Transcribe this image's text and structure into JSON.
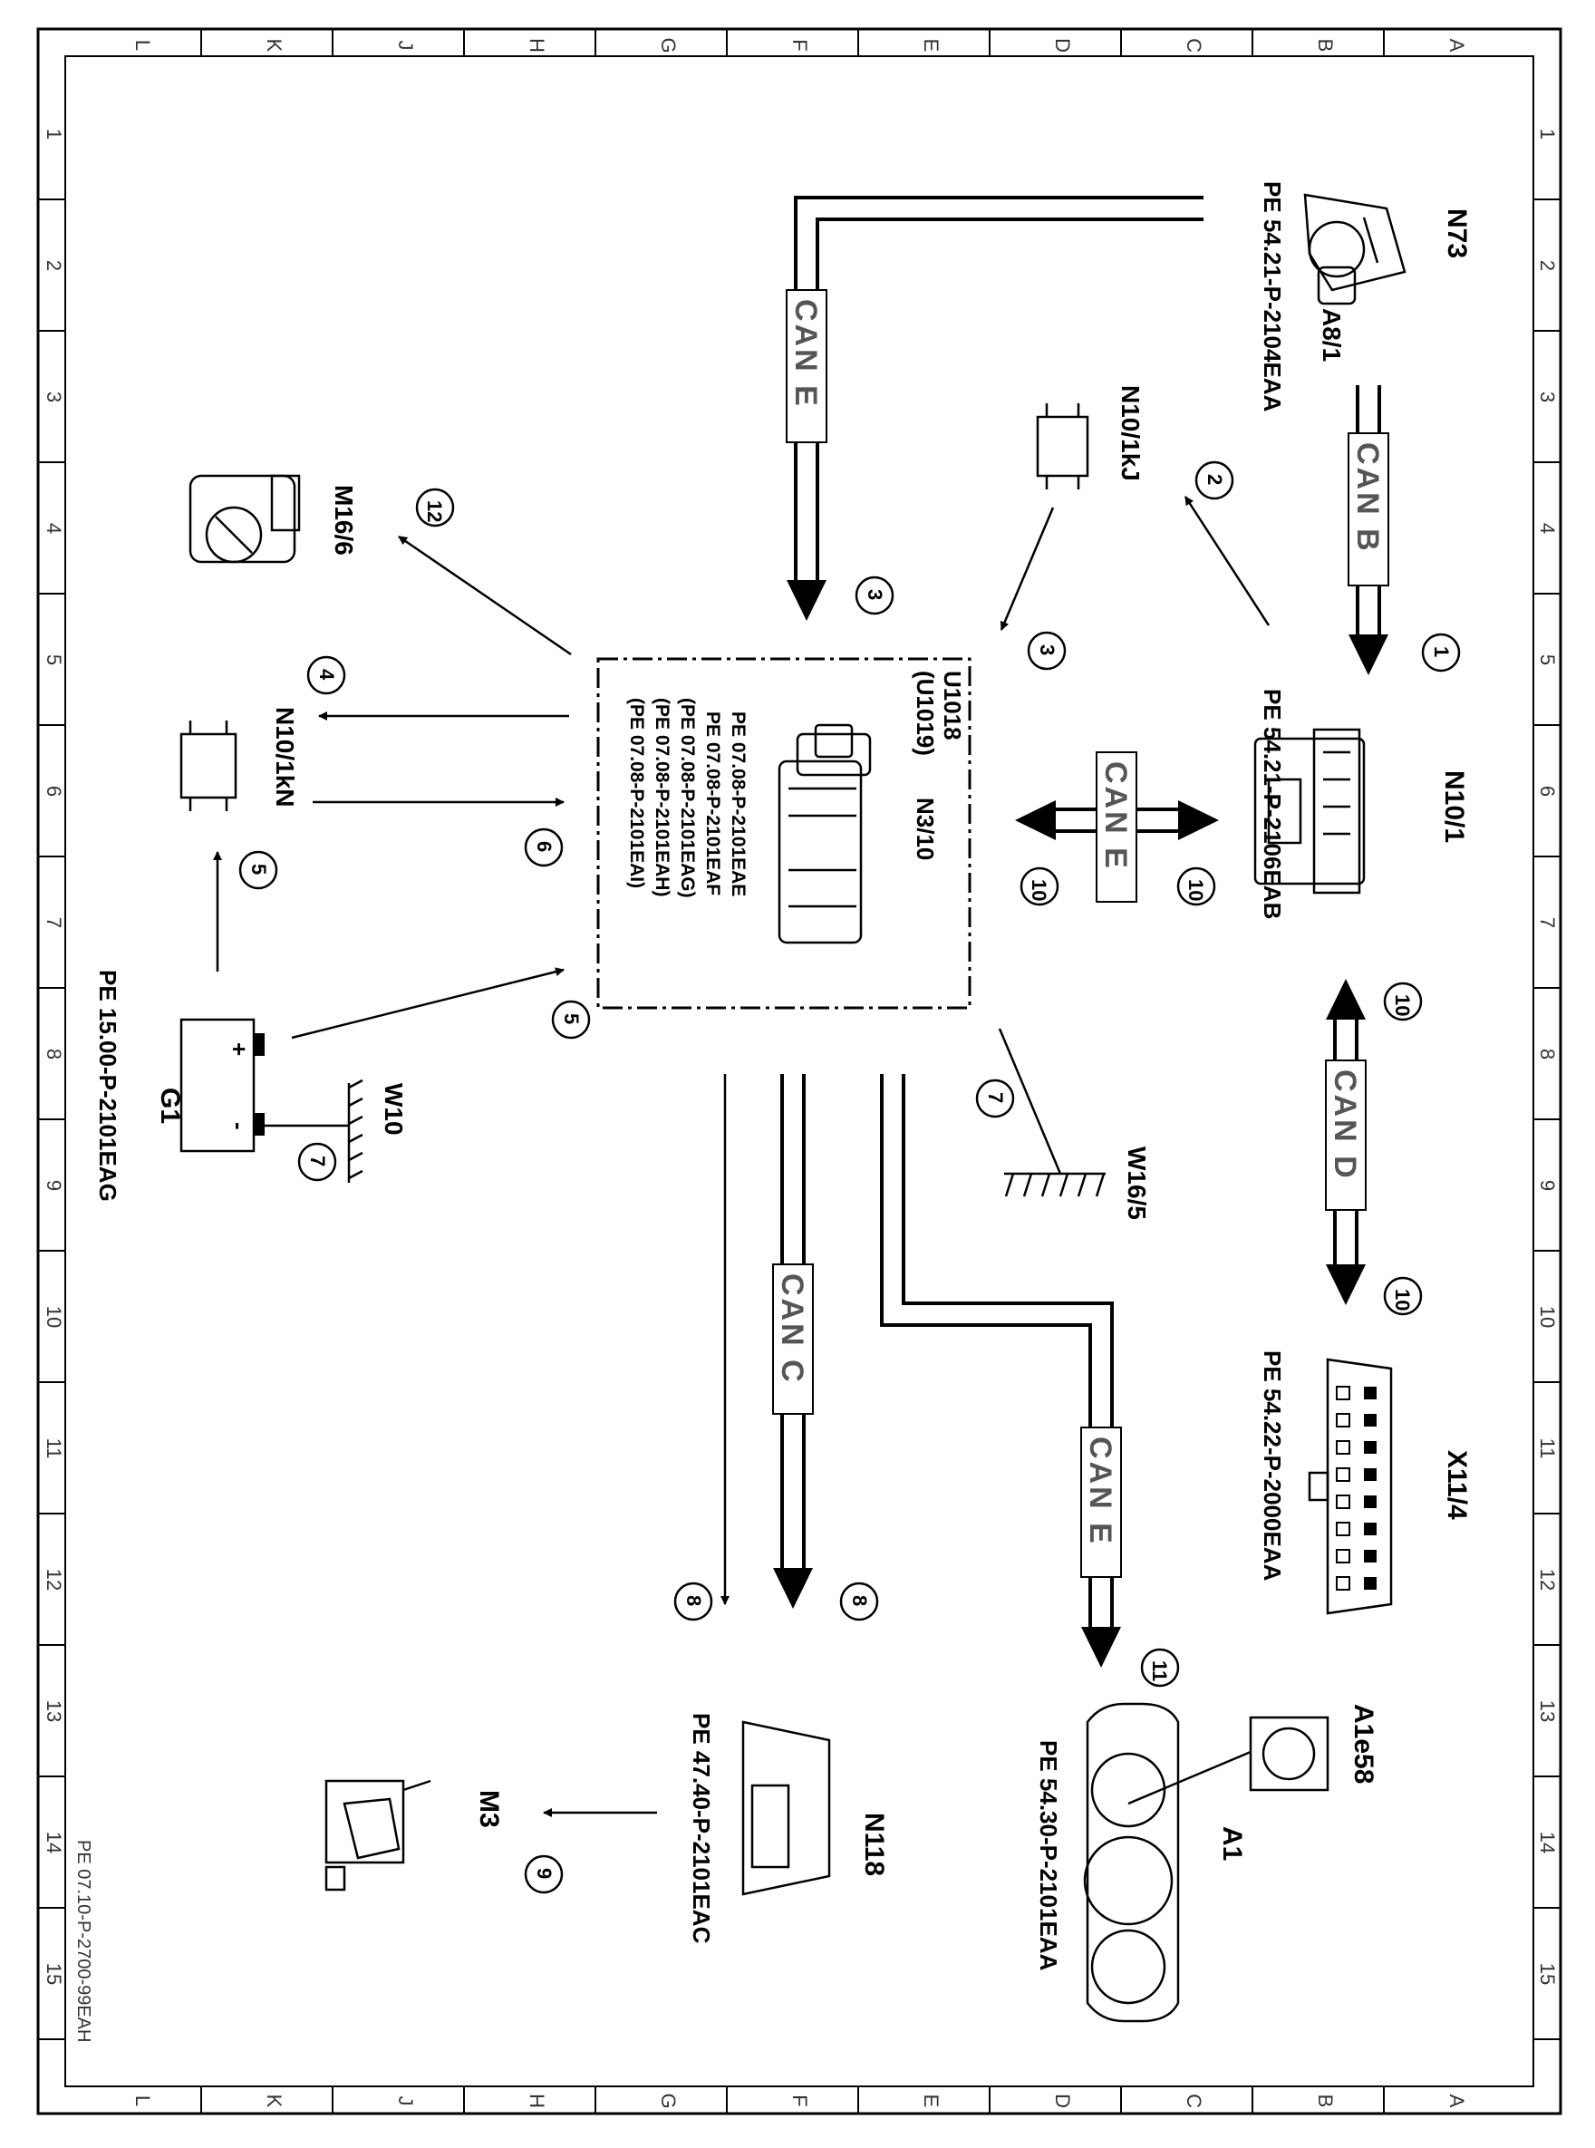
{
  "grid": {
    "columns": [
      "L",
      "K",
      "J",
      "H",
      "G",
      "F",
      "E",
      "D",
      "C",
      "B",
      "A"
    ],
    "rows": [
      "1",
      "2",
      "3",
      "4",
      "5",
      "6",
      "7",
      "8",
      "9",
      "10",
      "11",
      "12",
      "13",
      "14",
      "15"
    ]
  },
  "footer_code": "PE 07.10-P-2700-99EAH",
  "components": {
    "n73": "N73",
    "a8_1": "A8/1",
    "n73_ref": "PE 54.21-P-2104EAA",
    "n10_1kj": "N10/1kJ",
    "n10_1": "N10/1",
    "n10_1_ref": "PE 54.21-P-2106EAB",
    "x11_4": "X11/4",
    "x11_4_ref": "PE 54.22-P-2000EAA",
    "a1e58": "A1e58",
    "a1": "A1",
    "a1_ref": "PE 54.30-P-2101EAA",
    "n118": "N118",
    "n118_ref": "PE 47.40-P-2101EAC",
    "m3": "M3",
    "m16_6": "M16/6",
    "n10_1kn": "N10/1kN",
    "g1": "G1",
    "g1_ref": "PE 15.00-P-2101EAG",
    "w10": "W10",
    "w16_5": "W16/5",
    "n3_10": "N3/10",
    "u1018": "U1018",
    "u1019": "(U1019)",
    "ecu_refs": [
      "PE 07.08-P-2101EAE",
      "PE 07.08-P-2101EAF",
      "(PE 07.08-P-2101EAG)",
      "(PE 07.08-P-2101EAH)",
      "(PE 07.08-P-2101EAI)"
    ]
  },
  "bus_labels": {
    "can_b": "CAN B",
    "can_e_top": "CAN E",
    "can_e_mid": "CAN E",
    "can_d": "CAN D",
    "can_c": "CAN C",
    "can_e_bottom": "CAN E"
  },
  "battery_signs": {
    "plus": "+",
    "minus": "-"
  },
  "callouts": [
    "1",
    "2",
    "3",
    "3",
    "4",
    "5",
    "5",
    "6",
    "7",
    "7",
    "8",
    "8",
    "9",
    "10",
    "10",
    "10",
    "10",
    "11",
    "12"
  ]
}
